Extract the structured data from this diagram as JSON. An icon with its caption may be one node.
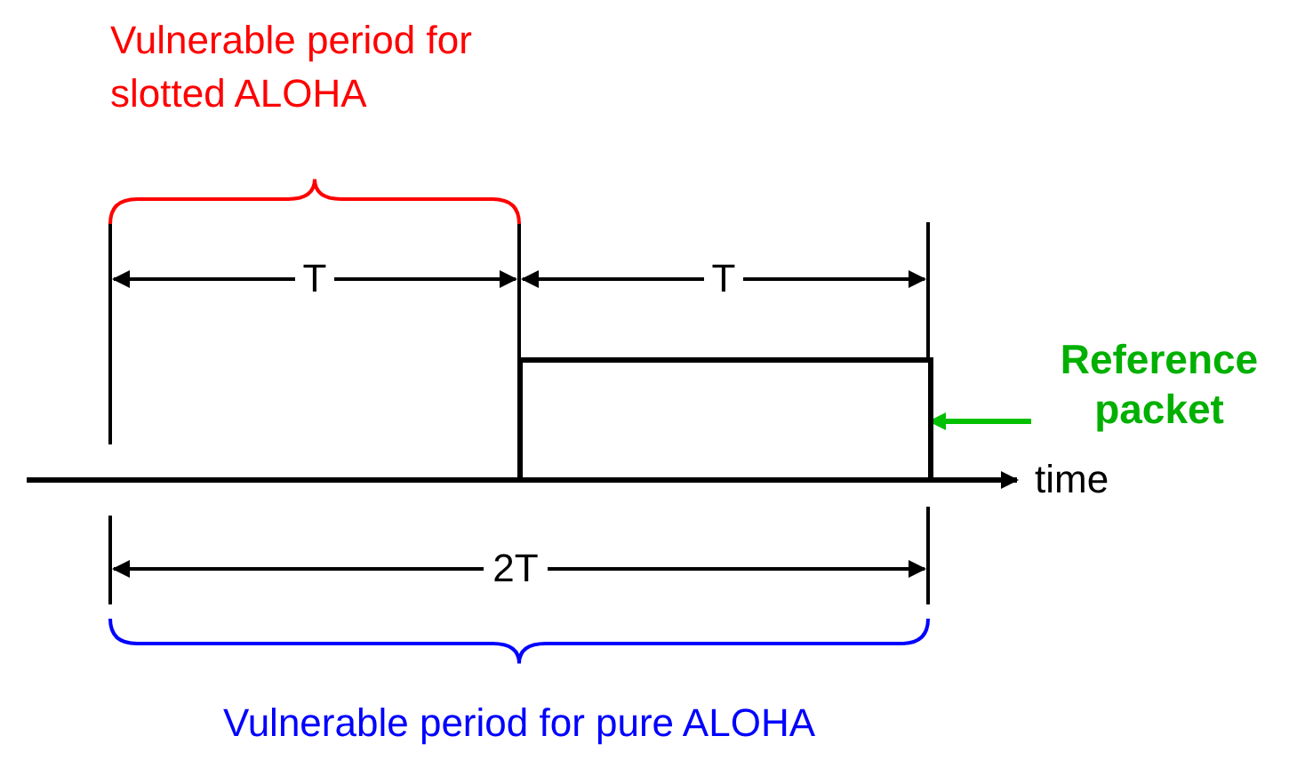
{
  "diagram": {
    "nodes": [
      {
        "text": [],
        "shape": "box"
      },
      {
        "text": [
          "Reference packet"
        ]
      }
    ],
    "edges": [
      {
        "from": 1,
        "to": 0,
        "arrow": "to",
        "color": "#00c000"
      }
    ],
    "labels": [
      "Vulnerable period for slotted ALOHA",
      "T",
      "T",
      "time",
      "2T",
      "Vulnerable period for pure ALOHA"
    ]
  }
}
